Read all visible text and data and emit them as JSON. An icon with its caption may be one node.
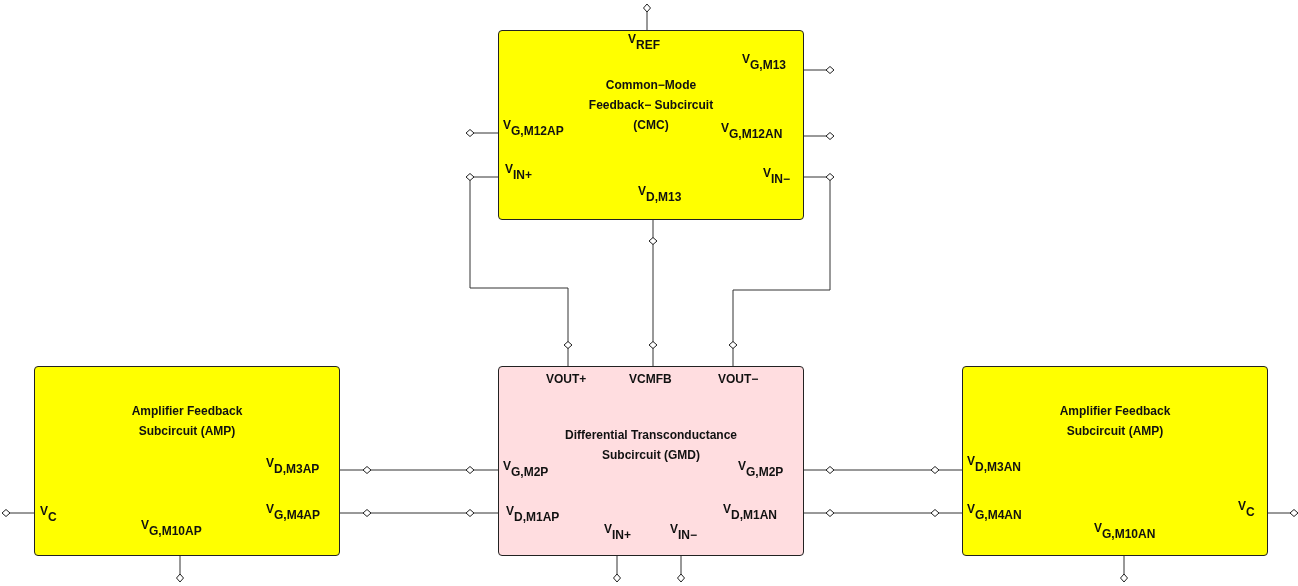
{
  "diagram": {
    "nodes": [
      {
        "text": [
          "Common−Mode Feedback− Subcircuit (CMC)"
        ]
      },
      {
        "text": [
          "Amplifier Feedback Subcircuit (AMP)"
        ]
      },
      {
        "text": [
          "Differential Transconductance Subcircuit (GMD)"
        ]
      },
      {
        "text": [
          "Amplifier Feedback Subcircuit (AMP)"
        ]
      }
    ],
    "edges": [
      {
        "from": 0,
        "to": null,
        "arrow": "other"
      },
      {
        "from": 0,
        "to": null,
        "arrow": "other"
      },
      {
        "from": 0,
        "to": null,
        "arrow": "other"
      },
      {
        "from": 0,
        "to": null,
        "arrow": "other"
      },
      {
        "from": 0,
        "to": 2,
        "arrow": "none"
      },
      {
        "from": 0,
        "to": 2,
        "arrow": "none"
      },
      {
        "from": 0,
        "to": 2,
        "arrow": "none"
      },
      {
        "from": 1,
        "to": 2,
        "arrow": "none"
      },
      {
        "from": 1,
        "to": 2,
        "arrow": "none"
      },
      {
        "from": 2,
        "to": 3,
        "arrow": "none"
      },
      {
        "from": 2,
        "to": 3,
        "arrow": "none"
      },
      {
        "from": 1,
        "to": null,
        "arrow": "other"
      },
      {
        "from": 1,
        "to": null,
        "arrow": "other"
      },
      {
        "from": 2,
        "to": null,
        "arrow": "other"
      },
      {
        "from": 2,
        "to": null,
        "arrow": "other"
      },
      {
        "from": 3,
        "to": null,
        "arrow": "other"
      },
      {
        "from": 3,
        "to": null,
        "arrow": "other"
      }
    ],
    "labels": [
      "V$_{REF}$",
      "V$_{G,M13}$",
      "V$_{G,M12AP}$",
      "V$_{G,M12AN}$",
      "V$_{IN+}$",
      "V$_{IN−}$",
      "V$_{D,M13}$",
      "V$_{D,M3AP}$",
      "V$_{C}$",
      "V$_{G,M4AP}$",
      "V$_{G,M10AP}$",
      "VOUT+",
      "VCMFB",
      "VOUT−",
      "V$_{G,M2P}$",
      "V$_{G,M2P}$",
      "V$_{D,M1AP}$",
      "V$_{D,M1AN}$",
      "V$_{IN+}$",
      "V$_{IN−}$",
      "V$_{D,M3AN}$",
      "V$_{G,M4AN}$",
      "V$_{C}$",
      "V$_{G,M10AN}$"
    ]
  }
}
